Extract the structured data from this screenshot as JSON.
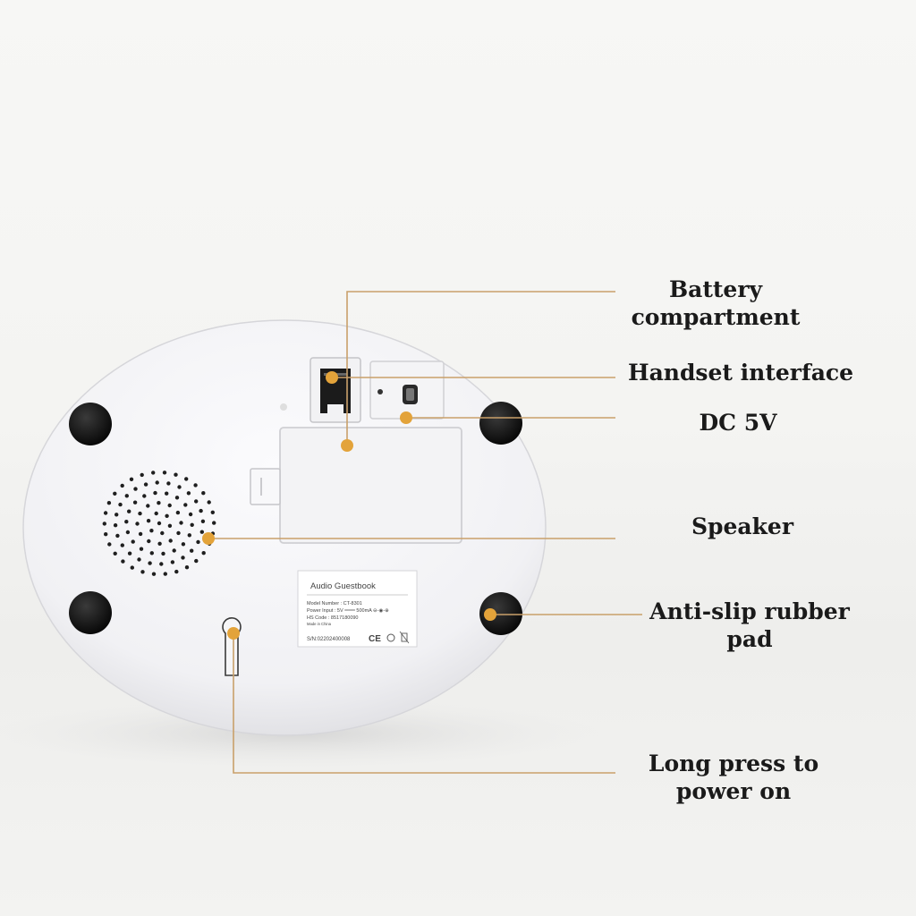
{
  "callouts": {
    "battery": "Battery\ncompartment",
    "handset": "Handset interface",
    "dc": "DC 5V",
    "speaker": "Speaker",
    "antislip": "Anti-slip rubber\npad",
    "power": "Long press to\npower on"
  },
  "sticker": {
    "title": "Audio Guestbook",
    "model": "Model Number : CT-8301",
    "power_input": "Power Input : 5V ═══ 500mA ⊖-◉-⊕",
    "hs_code": "HS Code : 8517180090",
    "made_in": "Made in China",
    "sn": "S/N:02202400008",
    "marks": "CE"
  },
  "colors": {
    "accent": "#e3a33a",
    "leader": "#caa06a",
    "device": "#f6f6f8",
    "feet": "#111111"
  },
  "icons": {
    "rj_port": "handset-port-icon",
    "usb_port": "micro-usb-icon",
    "speaker_grille": "speaker-grille-icon",
    "keyhole": "power-keyhole-icon"
  }
}
